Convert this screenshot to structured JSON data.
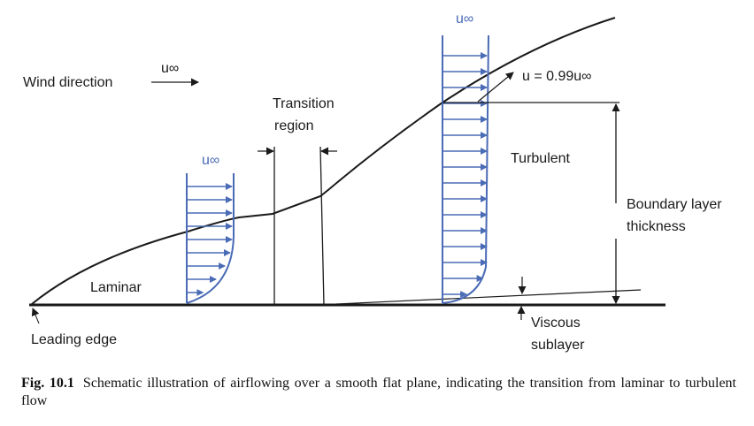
{
  "labels": {
    "wind_direction": "Wind direction",
    "u_inf_wind": "u∞",
    "u_inf_left": "u∞",
    "u_inf_right": "u∞",
    "transition_line1": "Transition",
    "transition_line2": "region",
    "u_099": "u = 0.99u∞",
    "turbulent": "Turbulent",
    "boundary_line1": "Boundary layer",
    "boundary_line2": "thickness",
    "laminar": "Laminar",
    "leading_edge": "Leading edge",
    "viscous_line1": "Viscous",
    "viscous_line2": "sublayer"
  },
  "caption": {
    "label": "Fig. 10.1",
    "text": "Schematic illustration of airflowing over a smooth flat plane, indicating the transition from laminar to turbulent flow"
  },
  "colors": {
    "profile": "#4a6bb5",
    "line": "#1a1a1a"
  }
}
